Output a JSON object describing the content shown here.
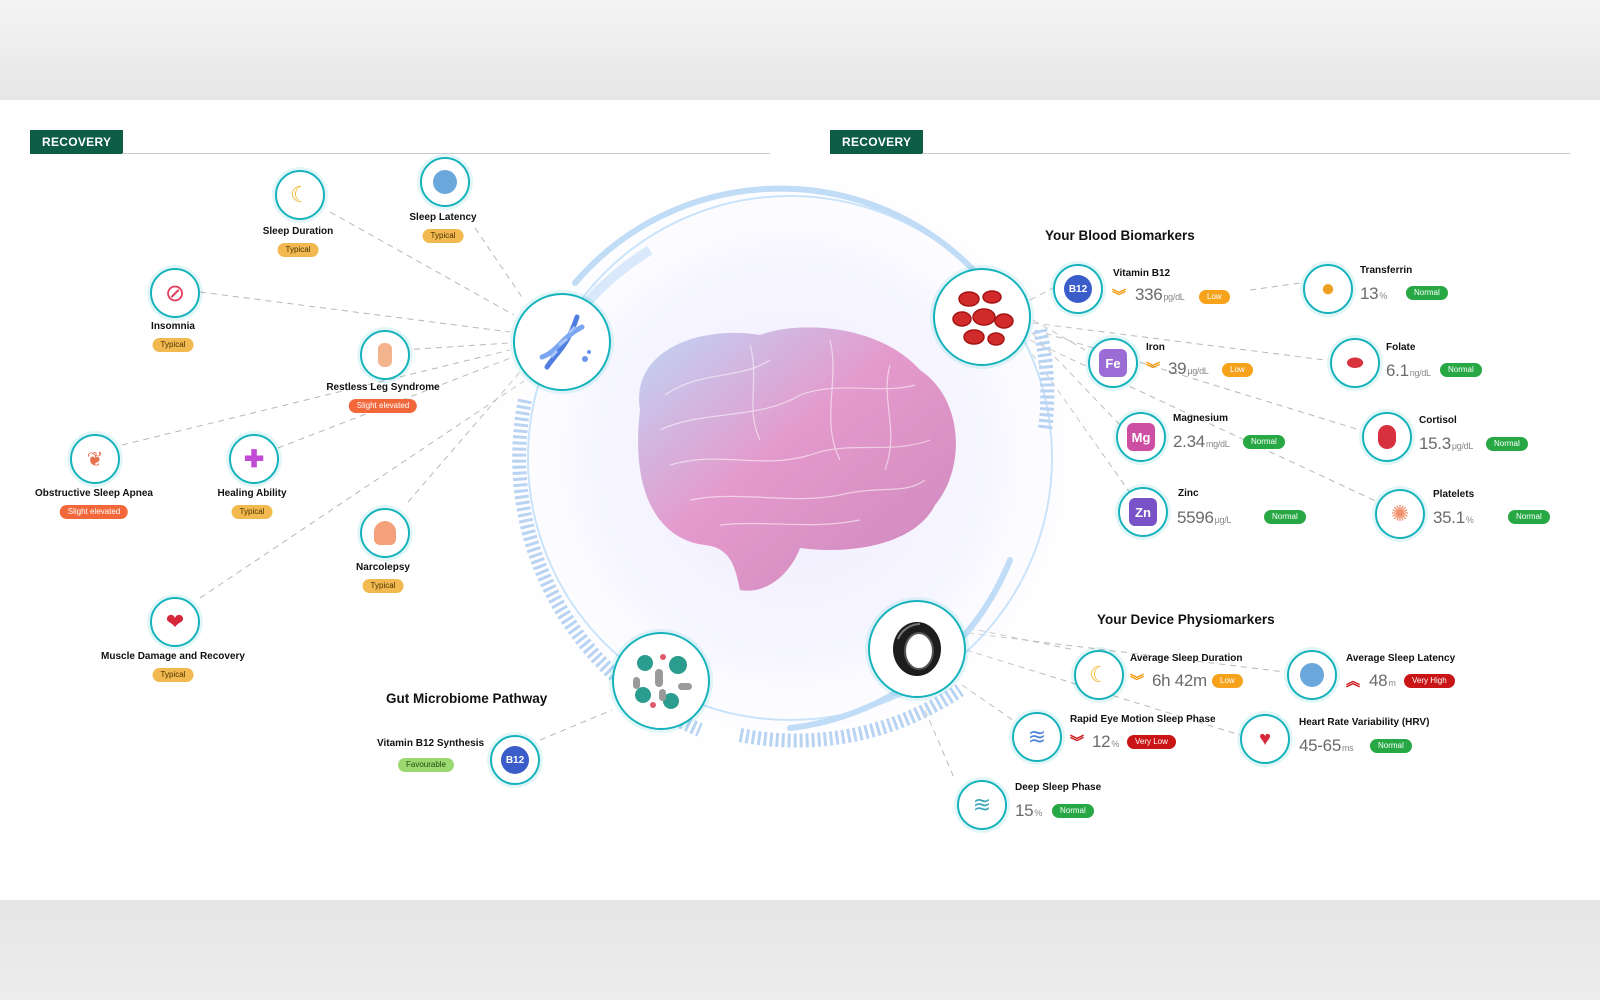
{
  "left_section": {
    "tag": "RECOVERY"
  },
  "right_section": {
    "tag": "RECOVERY"
  },
  "genetics": [
    {
      "label": "Sleep Duration",
      "status": "Typical",
      "icon": "moon-icon"
    },
    {
      "label": "Sleep Latency",
      "status": "Typical",
      "icon": "stopwatch-icon"
    },
    {
      "label": "Insomnia",
      "status": "Typical",
      "icon": "no-sleep-icon"
    },
    {
      "label": "Restless Leg Syndrome",
      "status": "Slight elevated",
      "icon": "leg-icon"
    },
    {
      "label": "Obstructive Sleep Apnea",
      "status": "Slight elevated",
      "icon": "lungs-icon"
    },
    {
      "label": "Healing Ability",
      "status": "Typical",
      "icon": "healing-icon"
    },
    {
      "label": "Narcolepsy",
      "status": "Typical",
      "icon": "brain-head-icon"
    },
    {
      "label": "Muscle Damage and Recovery",
      "status": "Typical",
      "icon": "muscle-icon"
    }
  ],
  "gut": {
    "title": "Gut Microbiome Pathway",
    "item": {
      "label": "Vitamin B12 Synthesis",
      "status": "Favourable",
      "icon": "b12-icon",
      "icon_text": "B12"
    }
  },
  "blood": {
    "title": "Your Blood Biomarkers",
    "items": [
      {
        "name": "Vitamin B12",
        "value": "336",
        "unit": "pg/dL",
        "status": "Low",
        "trend": "down",
        "icon_text": "B12"
      },
      {
        "name": "Iron",
        "value": "39",
        "unit": "μg/dL",
        "status": "Low",
        "trend": "down",
        "icon_text": "Fe"
      },
      {
        "name": "Magnesium",
        "value": "2.34",
        "unit": "mg/dL",
        "status": "Normal",
        "icon_text": "Mg"
      },
      {
        "name": "Zinc",
        "value": "5596",
        "unit": "μg/L",
        "status": "Normal",
        "icon_text": "Zn"
      },
      {
        "name": "Transferrin",
        "value": "13",
        "unit": "%",
        "status": "Normal",
        "icon": "drop-icon"
      },
      {
        "name": "Folate",
        "value": "6.1",
        "unit": "ng/dL",
        "status": "Normal",
        "icon": "red-cells-icon"
      },
      {
        "name": "Cortisol",
        "value": "15.3",
        "unit": "μg/dL",
        "status": "Normal",
        "icon": "kidney-icon"
      },
      {
        "name": "Platelets",
        "value": "35.1",
        "unit": "%",
        "status": "Normal",
        "icon": "platelet-icon"
      }
    ]
  },
  "device": {
    "title": "Your Device Physiomarkers",
    "items": [
      {
        "name": "Average Sleep Duration",
        "value": "6h 42m",
        "status": "Low",
        "trend": "down"
      },
      {
        "name": "Average Sleep Latency",
        "value": "48",
        "unit": "m",
        "status": "Very High",
        "trend": "up"
      },
      {
        "name": "Rapid Eye Motion Sleep Phase",
        "value": "12",
        "unit": "%",
        "status": "Very Low",
        "trend": "down"
      },
      {
        "name": "Heart Rate Variability (HRV)",
        "value": "45-65",
        "unit": "ms",
        "status": "Normal"
      },
      {
        "name": "Deep Sleep Phase",
        "value": "15",
        "unit": "%",
        "status": "Normal"
      }
    ]
  },
  "colors": {
    "accent": "#17b3bd",
    "tag_bg": "#0d5c46",
    "typical": "#f2b950",
    "slight": "#f2683a",
    "normal": "#27a844",
    "low": "#f7a21b",
    "very": "#c91515"
  }
}
